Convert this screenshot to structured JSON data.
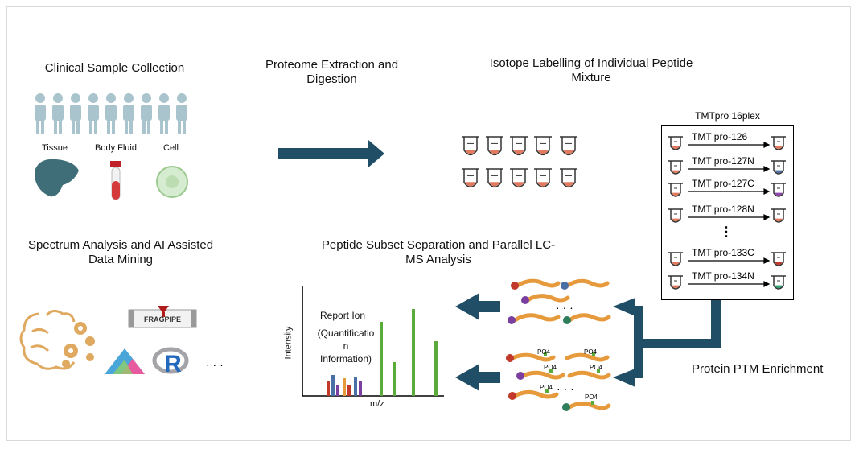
{
  "steps": {
    "clinical": "Clinical Sample Collection",
    "proteome_line1": "Proteome Extraction and",
    "proteome_line2": "Digestion",
    "isotope_line1": "Isotope Labelling of Individual Peptide",
    "isotope_line2": "Mixture",
    "spectrum_line1": "Spectrum Analysis and AI Assisted",
    "spectrum_line2": "Data Mining",
    "separation_line1": "Peptide Subset Separation and Parallel LC-",
    "separation_line2": "MS Analysis",
    "ptm": "Protein PTM Enrichment"
  },
  "sample_types": [
    "Tissue",
    "Body Fluid",
    "Cell"
  ],
  "tmt": {
    "title": "TMTpro 16plex",
    "channels": [
      "TMT pro-126",
      "TMT pro-127N",
      "TMT pro-127C",
      "TMT pro-128N",
      "TMT pro-133C",
      "TMT pro-134N"
    ],
    "ellipsis": "⋮"
  },
  "spectrum": {
    "report_ion": "Report Ion",
    "quant_1": "(Quantificatio",
    "quant_2": "n",
    "quant_3": "Information)",
    "ylabel": "Intensity",
    "xlabel": "m/z"
  },
  "software": {
    "fragpipe": "FRAGPIPE",
    "r": "R",
    "ellipsis": "· · ·"
  },
  "phospho": "PO4",
  "dots": "· · ·",
  "colors": {
    "arrow": "#1f4e66",
    "liquid": "#e07a5f",
    "peak": "#5aab3b",
    "peptide": "#e69a3c"
  }
}
